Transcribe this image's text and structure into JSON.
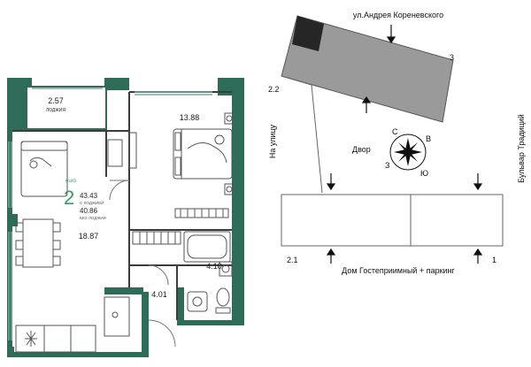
{
  "apartment": {
    "rooms_count": "2",
    "type": "euro",
    "area_with_loggia": "43.43",
    "area_with_loggia_label": "С ЛОДЖИЕЙ",
    "area_without_loggia": "40.86",
    "area_without_loggia_label": "БЕЗ ЛОДЖИИ",
    "room_areas": {
      "loggia": "2.57",
      "loggia_label": "ЛОДЖИЯ",
      "bedroom": "13.88",
      "living_kitchen": "18.87",
      "bathroom": "4.10",
      "hallway": "4.01"
    }
  },
  "site_plan": {
    "street_top": "ул.Андрея Кореневского",
    "street_left": "На улицу",
    "street_right": "Бульвар Традиций",
    "yard": "Двор",
    "bottom_label": "Дом Гостеприимный + паркинг",
    "section_numbers": {
      "s3": "3",
      "s2_2": "2.2",
      "s2_1": "2.1",
      "s1": "1"
    },
    "compass": {
      "north": "С",
      "east": "В",
      "south": "Ю",
      "west": "З"
    }
  },
  "colors": {
    "wall": "#2e6b58",
    "accent": "#3a9a63",
    "building": "#9a9a9a",
    "building_dark": "#262626"
  }
}
